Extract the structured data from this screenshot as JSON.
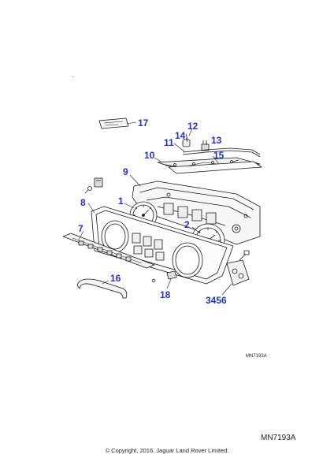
{
  "diagram": {
    "callout_color": "#2233cc",
    "callouts": [
      {
        "id": "17",
        "label": "17"
      },
      {
        "id": "12",
        "label": "12"
      },
      {
        "id": "14",
        "label": "14"
      },
      {
        "id": "13",
        "label": "13"
      },
      {
        "id": "11",
        "label": "11"
      },
      {
        "id": "15",
        "label": "15"
      },
      {
        "id": "10",
        "label": "10"
      },
      {
        "id": "9",
        "label": "9"
      },
      {
        "id": "8",
        "label": "8"
      },
      {
        "id": "1",
        "label": "1"
      },
      {
        "id": "2",
        "label": "2"
      },
      {
        "id": "7",
        "label": "7"
      },
      {
        "id": "16",
        "label": "16"
      },
      {
        "id": "18",
        "label": "18"
      },
      {
        "id": "3456",
        "label": "3456"
      }
    ],
    "reference_small": "MN7193A",
    "reference_large": "MN7193A",
    "copyright": "© Copyright, 2016. Jaguar Land Rover Limited."
  }
}
